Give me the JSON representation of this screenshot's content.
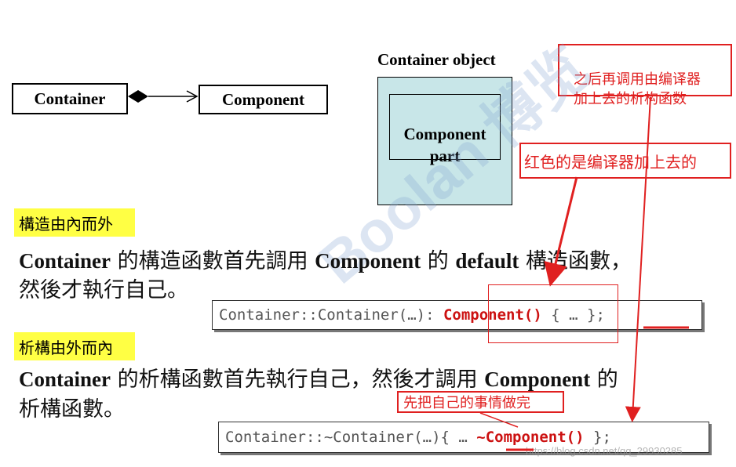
{
  "diagram": {
    "container_label": "Container",
    "component_label": "Component",
    "container_object_title": "Container object",
    "component_part_label": "Component\npart"
  },
  "notes": {
    "compiler_dtor": "之后再调用由编译器\n加上去的析构函数",
    "red_added": "红色的是编译器加上去的",
    "self_first": "先把自己的事情做完"
  },
  "construct": {
    "tag": "構造由內而外",
    "line1_a": "Container",
    "line1_b": " 的構造函數首先調用 ",
    "line1_c": "Component",
    "line1_d": " 的 ",
    "line1_e": "default",
    "line1_f": " 構造函數，",
    "line2": "然後才執行自己。",
    "code_pre": "Container::Container(…): ",
    "code_red": "Component()",
    "code_post": " { … };"
  },
  "destruct": {
    "tag": "析構由外而內",
    "line1_a": "Container",
    "line1_b": " 的析構函數首先執行自己，然後才調用 ",
    "line1_c": "Component",
    "line1_d": " 的",
    "line2": "析構函數。",
    "code_pre": "Container::~Container(…){ … ",
    "code_red": "~Component()",
    "code_post": " };"
  },
  "watermark": "Boolan 博览",
  "url_watermark": "https://blog.csdn.net/qq_29930285",
  "colors": {
    "red": "#e02020",
    "highlight": "#ffff44",
    "object_fill": "#c8e6e8"
  }
}
